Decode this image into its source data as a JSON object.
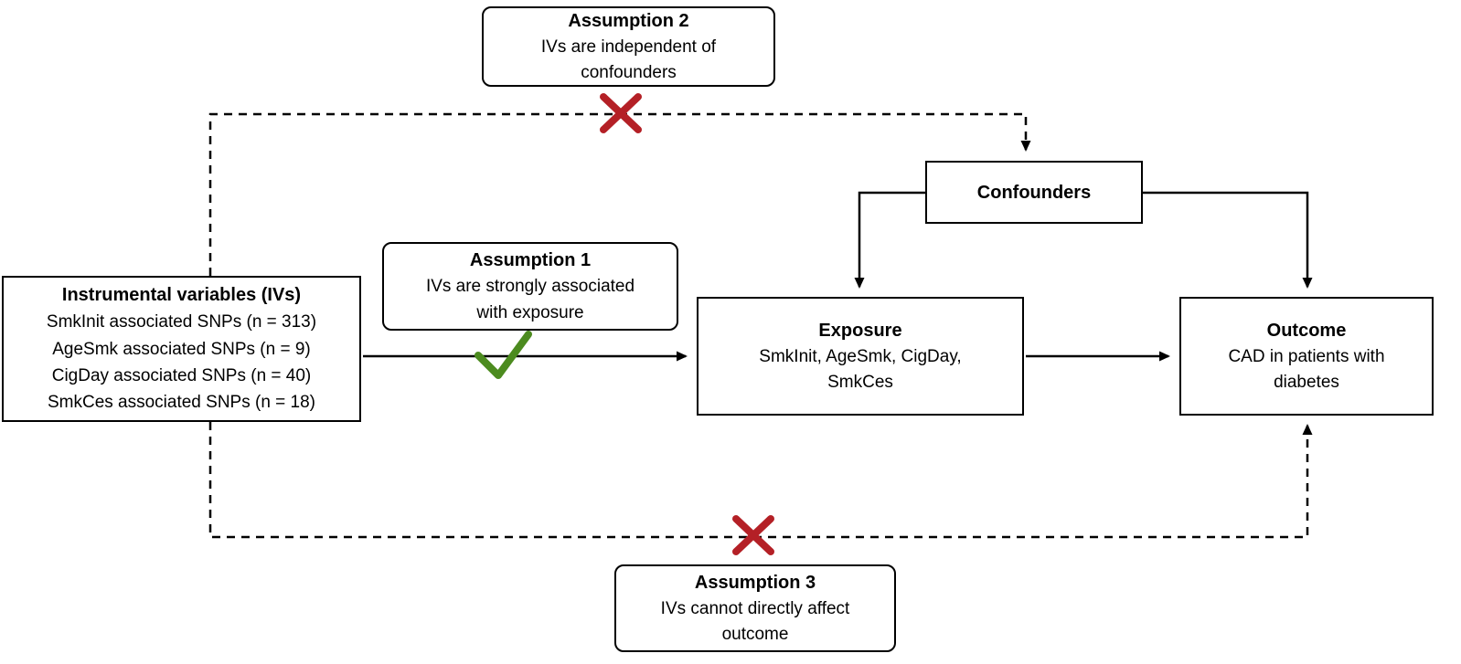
{
  "colors": {
    "line": "#000000",
    "red_x": "#b42026",
    "green_check": "#4c8b1f"
  },
  "boxes": {
    "assumption2": {
      "title": "Assumption 2",
      "body": "IVs are independent of confounders"
    },
    "assumption1": {
      "title": "Assumption 1",
      "body": "IVs are strongly associated with exposure"
    },
    "assumption3": {
      "title": "Assumption 3",
      "body": "IVs cannot directly affect outcome"
    },
    "instrumental_variables": {
      "title": "Instrumental variables (IVs)",
      "lines": [
        "SmkInit associated SNPs (n = 313)",
        "AgeSmk associated SNPs (n = 9)",
        "CigDay associated SNPs (n = 40)",
        "SmkCes associated SNPs (n = 18)"
      ]
    },
    "confounders": {
      "title": "Confounders"
    },
    "exposure": {
      "title": "Exposure",
      "body": "SmkInit, AgeSmk, CigDay, SmkCes"
    },
    "outcome": {
      "title": "Outcome",
      "body": "CAD in patients with diabetes"
    }
  }
}
